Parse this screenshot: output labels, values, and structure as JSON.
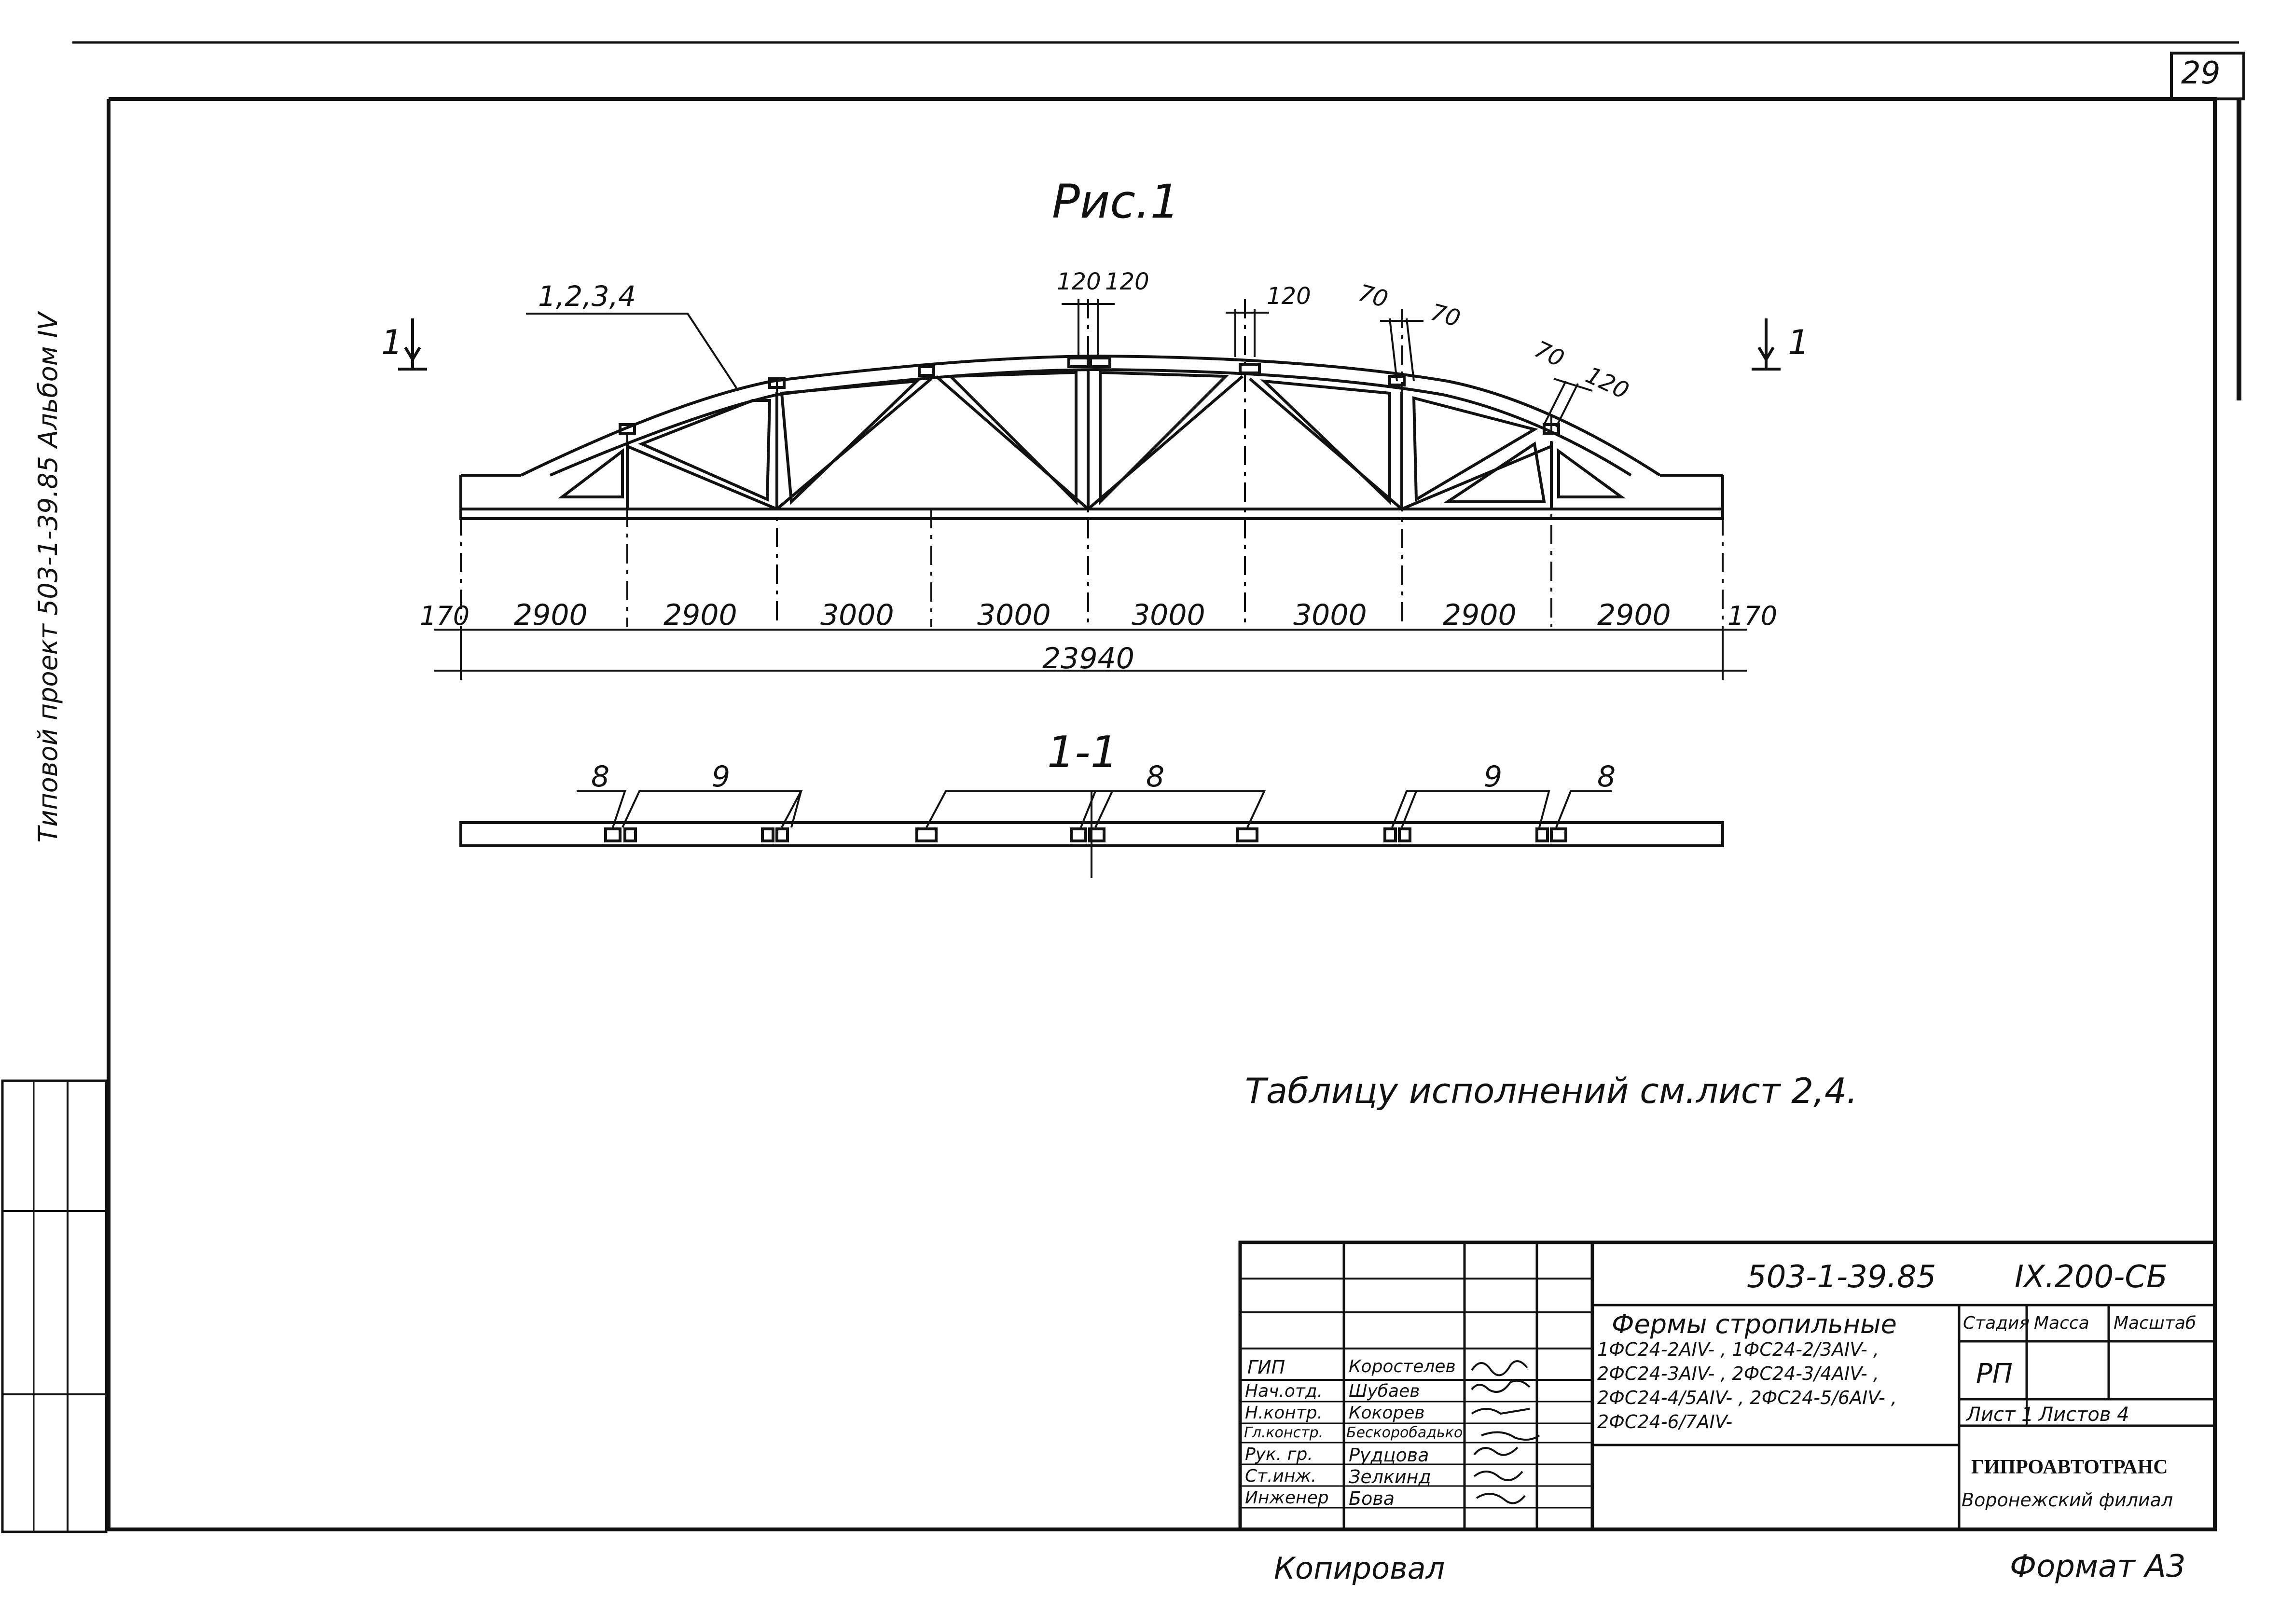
{
  "sheet": {
    "number": "29",
    "side_text": "Типовой проект 503-1-39.85 Альбом IV",
    "figure_title": "Рис.1",
    "section_title": "1-1",
    "section_mark_left": "1",
    "section_mark_right": "1",
    "elements_label": "1,2,3,4",
    "note": "Таблицу исполнений см.лист 2,4.",
    "copied": "Копировал",
    "format": "Формат А3"
  },
  "dimensions": {
    "spans": [
      "170",
      "2900",
      "2900",
      "3000",
      "3000",
      "3000",
      "3000",
      "2900",
      "2900",
      "170"
    ],
    "total": "23940",
    "top": [
      "120",
      "120",
      "120",
      "70",
      "70",
      "70",
      "120"
    ]
  },
  "section_labels": [
    "8",
    "9",
    "8",
    "9",
    "8"
  ],
  "title_block": {
    "code": "503-1-39.85",
    "sheet_code": "IX.200-СБ",
    "description": [
      "Фермы стропильные",
      "1ФС24-2AIV- , 1ФС24-2/3AIV- ,",
      "2ФС24-3AIV- , 2ФС24-3/4AIV- ,",
      "2ФС24-4/5AIV- , 2ФС24-5/6AIV- ,",
      "2ФС24-6/7AIV-"
    ],
    "stage_header": "Стадия",
    "mass_header": "Масса",
    "scale_header": "Масштаб",
    "stage": "РП",
    "sheet_label": "Лист 1",
    "sheets_label": "Листов 4",
    "org": "ГИПРОАВТОТРАНС",
    "branch": "Воронежский филиал",
    "staff": [
      {
        "role": "ГИП",
        "name": "Коростелев"
      },
      {
        "role": "Нач.отд.",
        "name": "Шубаев"
      },
      {
        "role": "Н.контр.",
        "name": "Кокорев"
      },
      {
        "role": "Гл.констр.",
        "name": "Бескоробадько"
      },
      {
        "role": "Рук. гр.",
        "name": "Рудцова"
      },
      {
        "role": "Ст.инж.",
        "name": "Зелкинд"
      },
      {
        "role": "Инженер",
        "name": "Бова"
      }
    ]
  }
}
